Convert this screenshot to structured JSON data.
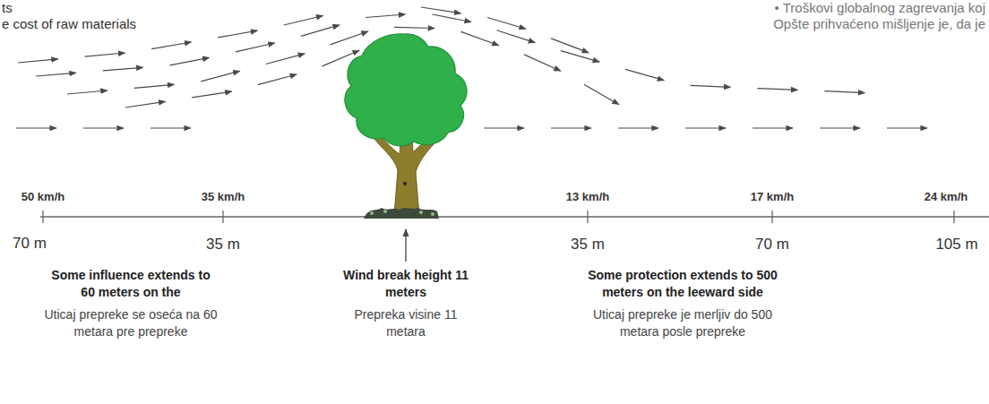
{
  "diagram": {
    "labels": [
      "ts",
      "e cost of raw materials",
      "• Troškovi globalnog zagrevanja koj",
      "Opšte prihvaćeno mišljenje je, da je",
      "50 km/h",
      "35 km/h",
      "13 km/h",
      "17 km/h",
      "24 km/h",
      "70 m",
      "35 m",
      "35 m",
      "70 m",
      "105 m",
      "Some influence extends to 60 meters on the",
      "Uticaj prepreke se oseća na 60 metara pre prepreke",
      "Wind break height 11 meters",
      "Prepreka visine 11 metara",
      "Some protection extends to 500 meters on the leeward side",
      "Uticaj prepreke je merljiv do 500 metara posle prepreke"
    ]
  }
}
